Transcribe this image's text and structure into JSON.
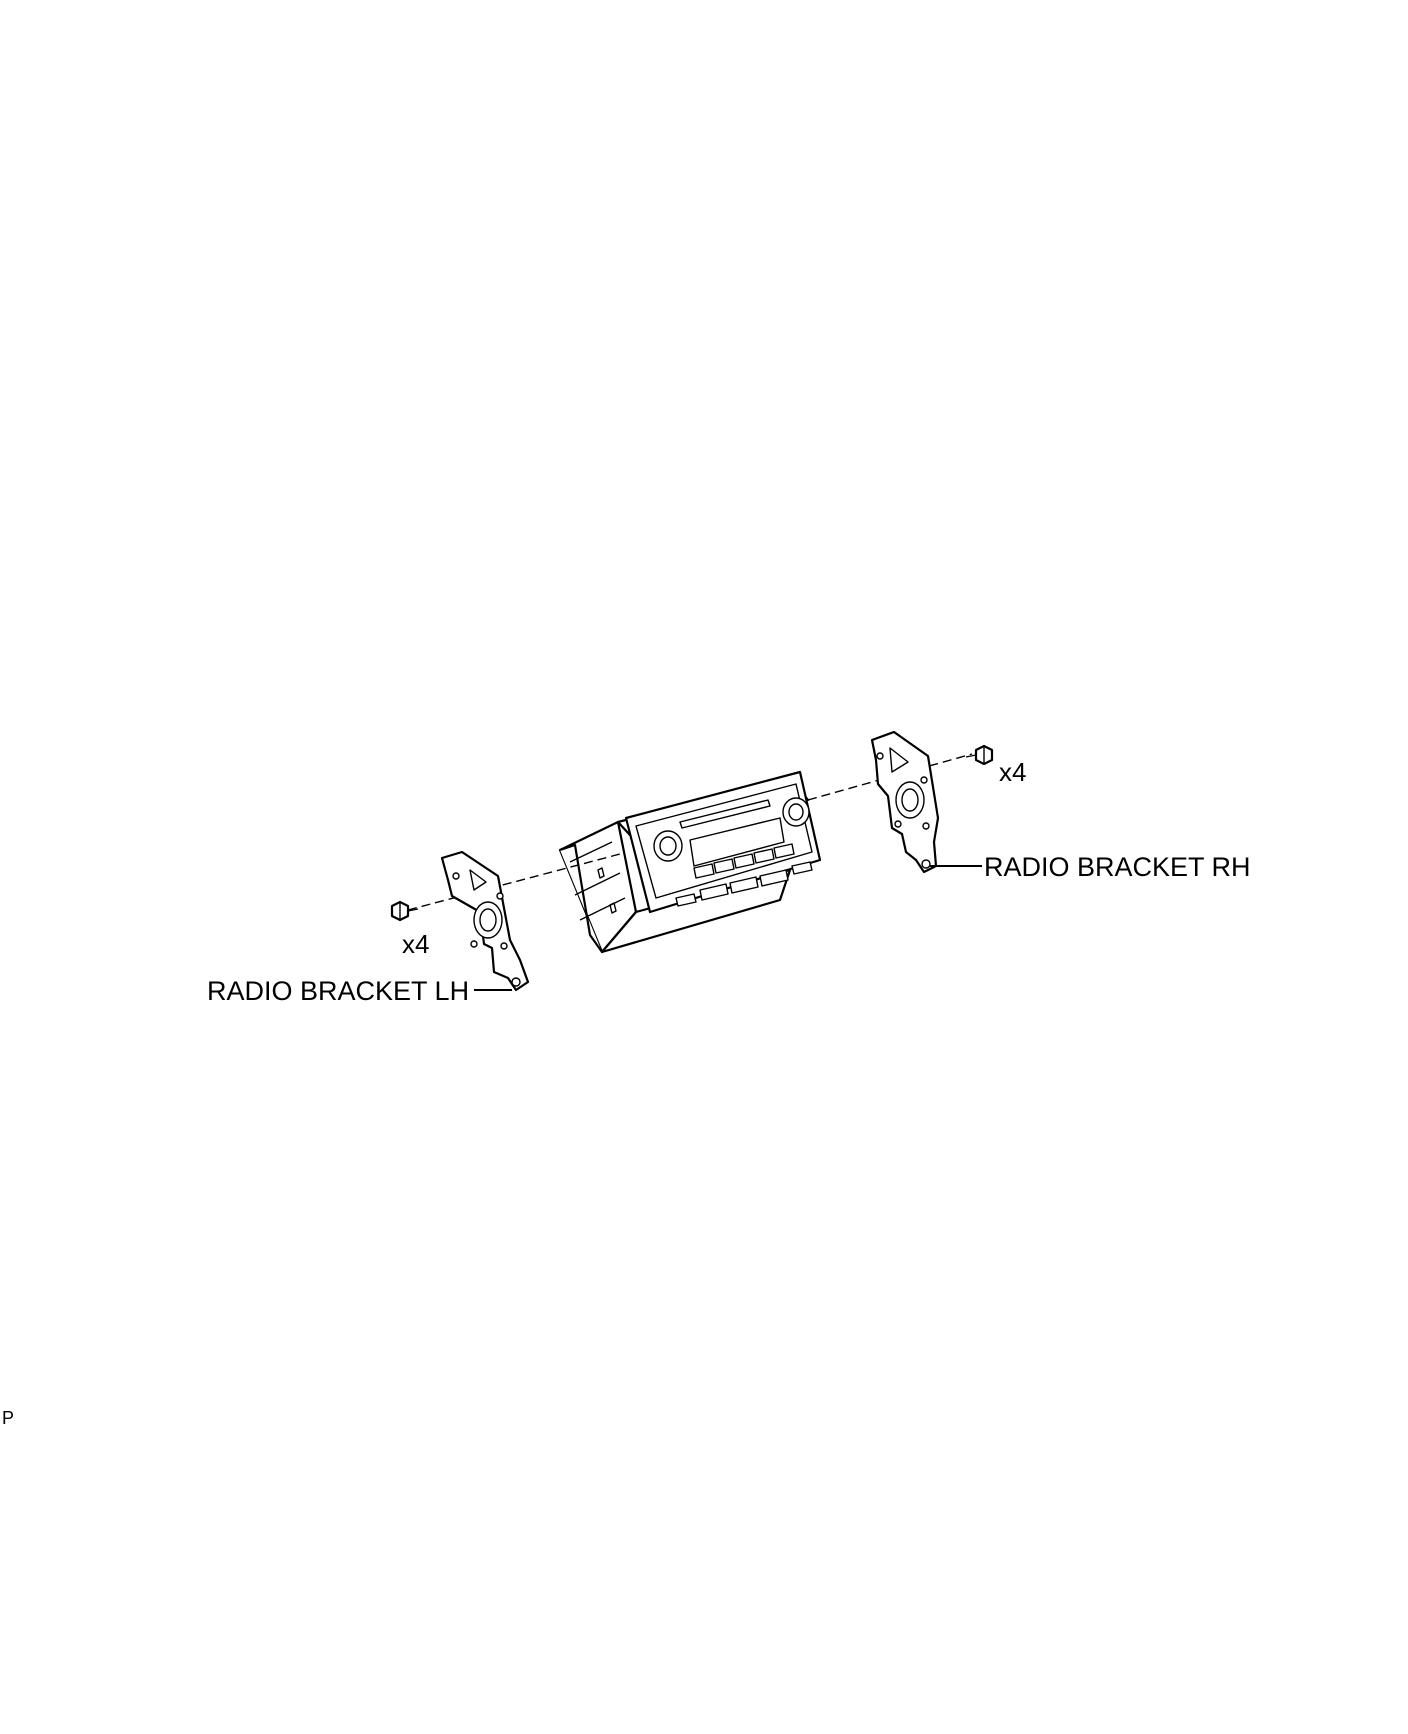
{
  "labels": {
    "bracket_rh": "RADIO BRACKET RH",
    "bracket_lh": "RADIO BRACKET LH",
    "qty_rh": "x4",
    "qty_lh": "x4",
    "corner_code": "P"
  }
}
